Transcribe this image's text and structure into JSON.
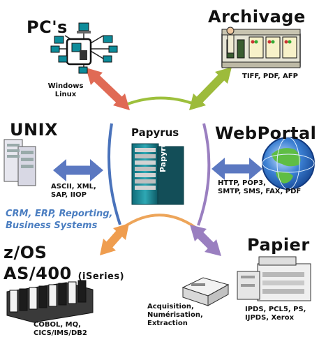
{
  "hub": {
    "label": "Papyrus",
    "machine_label": "Papyrus"
  },
  "nodes": {
    "pcs": {
      "title": "PC's",
      "lines": [
        "Windows",
        "Linux"
      ]
    },
    "archivage": {
      "title": "Archivage",
      "formats": "TIFF, PDF, AFP"
    },
    "unix": {
      "title": "UNIX",
      "lines": [
        "ASCII, XML,",
        "SAP, IIOP"
      ]
    },
    "webportal": {
      "title": "WebPortal",
      "lines": [
        "HTTP, POP3,",
        "SMTP, SMS, FAX, PDF"
      ]
    },
    "business": {
      "lines": [
        "CRM, ERP, Reporting,",
        "Business Systems"
      ]
    },
    "zos": {
      "title_line1": "z/OS",
      "title_line2": "AS/400",
      "suffix": "(iSeries)",
      "lines": [
        "COBOL, MQ,",
        "CICS/IMS/DB2"
      ]
    },
    "papier": {
      "title": "Papier",
      "lines": [
        "IPDS, PCL5, PS,",
        "IJPDS, Xerox"
      ]
    },
    "acquisition": {
      "lines": [
        "Acquisition,",
        "Numérisation,",
        "Extraction"
      ]
    }
  },
  "colors": {
    "arc_green": "#9dc03c",
    "arc_blue": "#4a73bb",
    "arc_purple": "#9a7fc0",
    "arc_orange": "#eda55a",
    "arrow_red": "#e06a55",
    "arrow_green": "#9dbb3b",
    "arrow_blue": "#5b78c1",
    "arrow_orange": "#ef9d4f",
    "arrow_purple": "#9a7fc0",
    "subtitle_blue": "#4b7ec1"
  }
}
